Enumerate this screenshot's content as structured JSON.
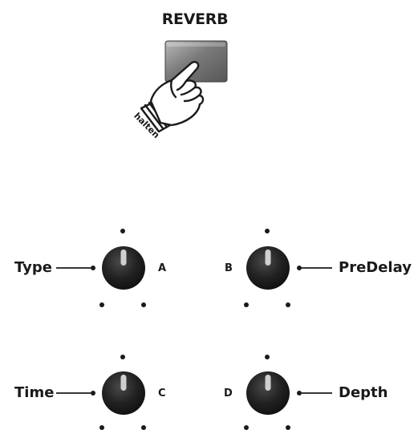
{
  "button": {
    "label": "REVERB",
    "hold_text": "halten",
    "icon": "hand-pressing-icon"
  },
  "knobs": [
    {
      "param": "Type",
      "letter": "A"
    },
    {
      "param": "PreDelay",
      "letter": "B"
    },
    {
      "param": "Time",
      "letter": "C"
    },
    {
      "param": "Depth",
      "letter": "D"
    }
  ],
  "colors": {
    "knob_dark": "#1d1d1d",
    "button_face": "#6a6a6a",
    "line": "#1a1a1a"
  }
}
